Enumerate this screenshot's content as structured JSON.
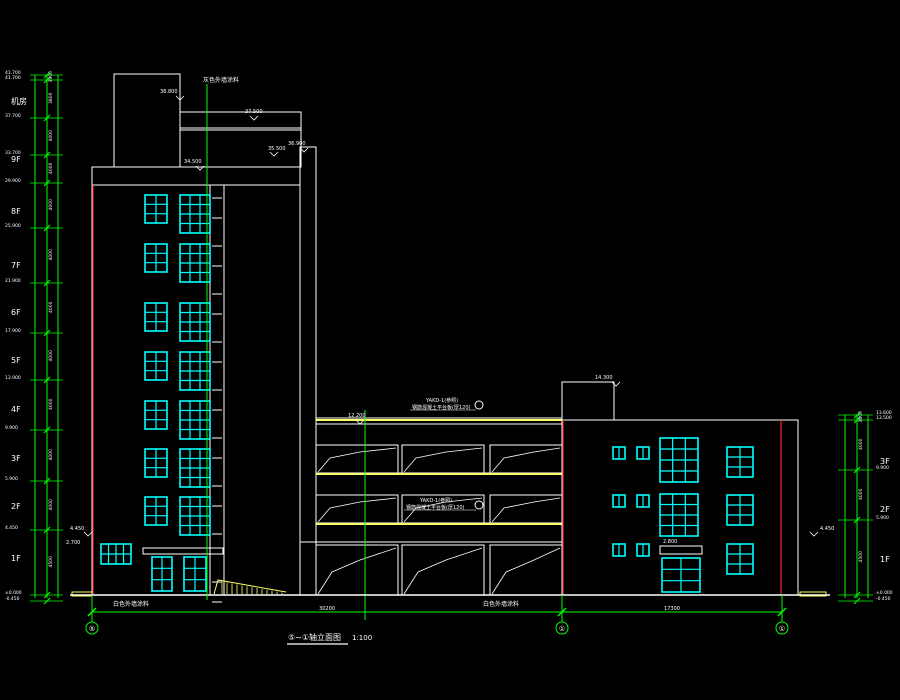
{
  "colors": {
    "background": "#000000",
    "outline": "#ffffff",
    "dimension": "#00ff00",
    "window": "#00ffff",
    "accent_red": "#ff2020",
    "highlight_yellow": "#ffff66",
    "level_text": "#ffffff"
  },
  "left_floors": [
    "机房",
    "9F",
    "8F",
    "7F",
    "6F",
    "5F",
    "4F",
    "3F",
    "2F",
    "1F"
  ],
  "right_floors": [
    "3F",
    "2F",
    "1F"
  ],
  "left_elevations": [
    "41.700",
    "41.700",
    "37.700",
    "33.700",
    "29.900",
    "25.900",
    "21.900",
    "17.900",
    "13.900",
    "9.900",
    "5.900",
    "4.450",
    "±0.000",
    "-0.450"
  ],
  "right_elevations": [
    "13.600",
    "13.500",
    "9.900",
    "5.900",
    "±0.000",
    "-0.450"
  ],
  "left_segment_dims": [
    "3900",
    "3800",
    "4000",
    "4000",
    "4000",
    "4000",
    "4000",
    "4000",
    "4000",
    "4000",
    "4000",
    "4500"
  ],
  "right_segment_dims": [
    "3600",
    "4000",
    "4000",
    "4500"
  ],
  "top_notes": {
    "material_top": "灰色外墙涂料",
    "material_bottom_left": "白色外墙涂料",
    "material_bottom_mid": "白色外墙涂料"
  },
  "level_tags": [
    "38.800",
    "37.500",
    "36.900",
    "35.500",
    "34.500",
    "14.300",
    "12.200",
    "4.450",
    "2.700",
    "4.450",
    "2.800"
  ],
  "mid_notes": {
    "note1_line1": "YAKD-1(参照)",
    "note1_line2": "钢筋混凝土平台板(厚120)",
    "note2_line1": "YAKD-1(参照)",
    "note2_line2": "钢筋混凝土平台板(厚120)"
  },
  "axis_dims": [
    "30200",
    "17300"
  ],
  "axis_labels": [
    "⑤",
    "①",
    "①"
  ],
  "drawing_title": {
    "name": "⑤~①轴立面图",
    "scale": "1:100"
  }
}
